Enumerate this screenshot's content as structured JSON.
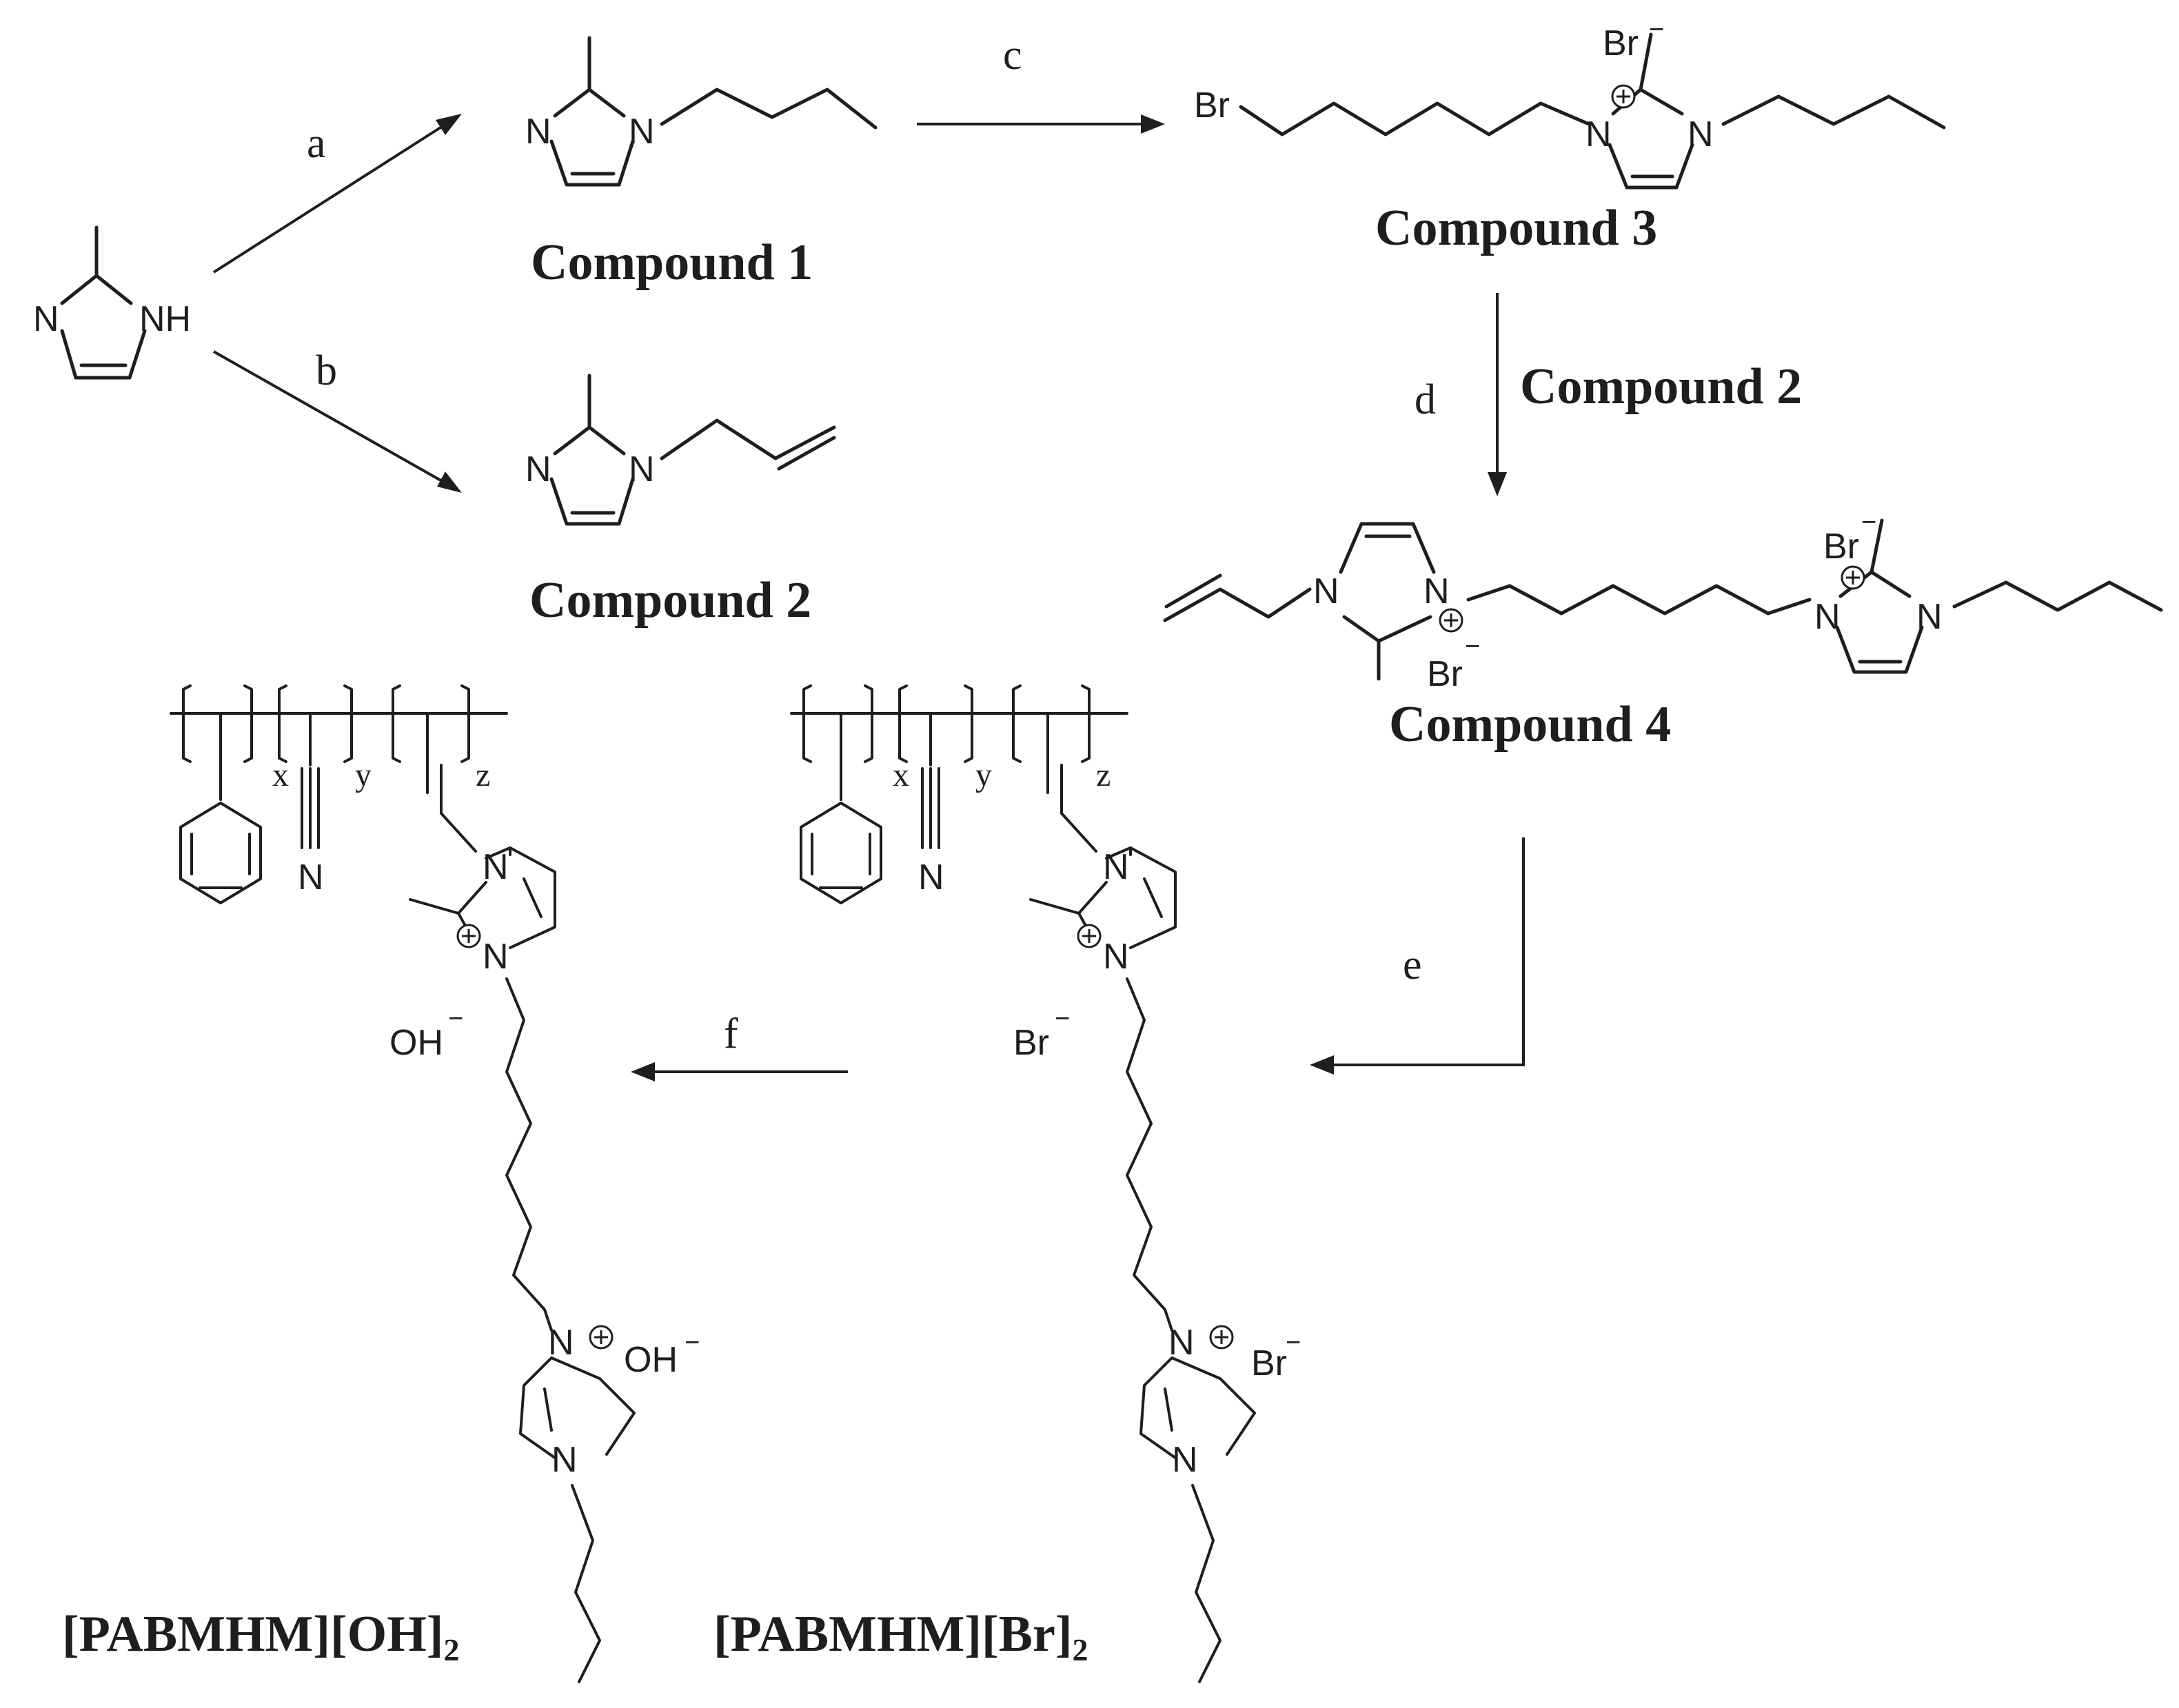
{
  "steps": {
    "a": "a",
    "b": "b",
    "c": "c",
    "d": "d",
    "e": "e",
    "f": "f"
  },
  "reagent_d": "Compound 2",
  "compounds": {
    "c1": "Compound 1",
    "c2": "Compound 2",
    "c3": "Compound 3",
    "c4": "Compound 4"
  },
  "polymers": {
    "oh_name": "[PABMHM][OH]",
    "oh_sub": "2",
    "br_name": "[PABMHM][Br]",
    "br_sub": "2"
  },
  "atoms": {
    "N": "N",
    "NH": "NH",
    "Br": "Br",
    "Br_anion": "Br",
    "OH_anion": "OH",
    "minus": "−"
  },
  "indices": {
    "x": "x",
    "y": "y",
    "z": "z"
  }
}
